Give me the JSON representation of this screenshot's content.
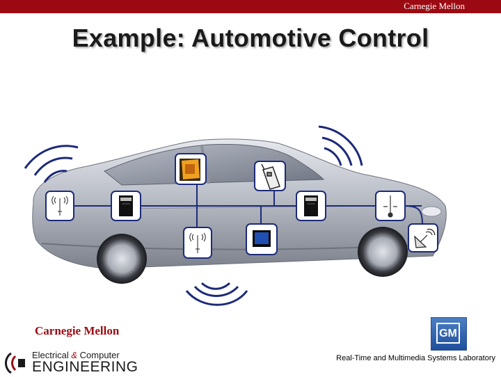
{
  "header": {
    "brand": "Carnegie Mellon"
  },
  "slide": {
    "title": "Example: Automotive Control"
  },
  "footer": {
    "cmu_logo": "Carnegie Mellon",
    "ece_line1_a": "Electrical ",
    "ece_amp": "&",
    "ece_line1_b": " Computer",
    "ece_line2": "ENGINEERING",
    "gm_logo": "GM",
    "lab_name": "Real-Time and Multimedia Systems Laboratory"
  },
  "colors": {
    "brand_red": "#9b0a12",
    "network_blue": "#1c2a78",
    "car_silver": "#b9bdc6"
  },
  "diagram": {
    "nodes": [
      {
        "id": "antenna-left",
        "icon": "antenna-icon"
      },
      {
        "id": "ecu-left",
        "icon": "control-module-icon"
      },
      {
        "id": "display-top",
        "icon": "dashboard-display-icon"
      },
      {
        "id": "phone",
        "icon": "mobile-phone-icon"
      },
      {
        "id": "ecu-right",
        "icon": "control-module-icon"
      },
      {
        "id": "sensor",
        "icon": "temperature-sensor-icon"
      },
      {
        "id": "satellite",
        "icon": "satellite-dish-icon"
      },
      {
        "id": "antenna-bottom",
        "icon": "antenna-icon"
      },
      {
        "id": "screen",
        "icon": "screen-icon"
      }
    ],
    "wireless_links": [
      "wireless-waves-left",
      "wireless-waves-right",
      "wireless-waves-bottom"
    ]
  }
}
